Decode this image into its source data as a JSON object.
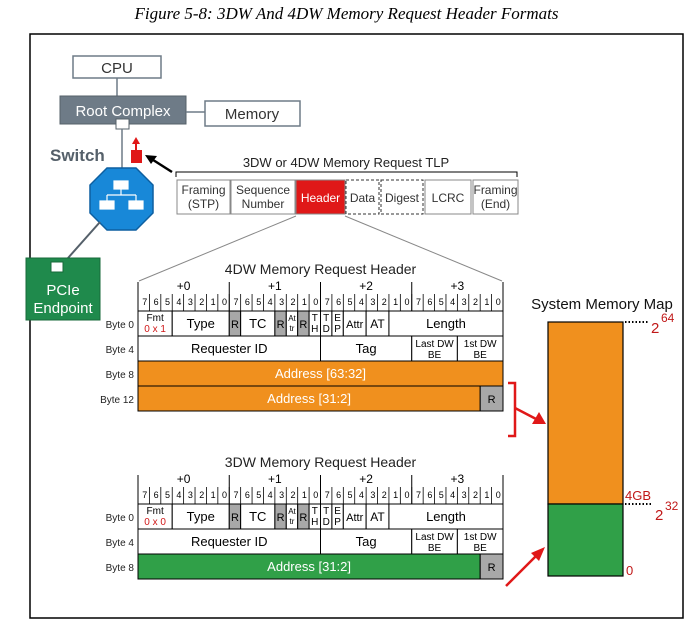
{
  "caption": "Figure 5-8: 3DW And 4DW Memory Request Header Formats",
  "top": {
    "cpu": "CPU",
    "root_complex": "Root Complex",
    "memory": "Memory",
    "switch": "Switch",
    "endpoint_line1": "PCIe",
    "endpoint_line2": "Endpoint"
  },
  "tlp": {
    "title": "3DW or 4DW Memory Request TLP",
    "fields": [
      {
        "line1": "Framing",
        "line2": "(STP)"
      },
      {
        "line1": "Sequence",
        "line2": "Number"
      },
      {
        "line1": "Header",
        "line2": ""
      },
      {
        "line1": "Data",
        "line2": ""
      },
      {
        "line1": "Digest",
        "line2": ""
      },
      {
        "line1": "LCRC",
        "line2": ""
      },
      {
        "line1": "Framing",
        "line2": "(End)"
      }
    ]
  },
  "byte_offsets": [
    "+0",
    "+1",
    "+2",
    "+3"
  ],
  "bits": [
    "7",
    "6",
    "5",
    "4",
    "3",
    "2",
    "1",
    "0"
  ],
  "hdr4": {
    "title": "4DW Memory Request Header",
    "rows": [
      "Byte 0",
      "Byte 4",
      "Byte 8",
      "Byte 12"
    ],
    "fmt": "Fmt",
    "fmt_value": "0 x 1",
    "type": "Type",
    "r": "R",
    "tc": "TC",
    "attr_split_1": "At",
    "attr_split_2": "tr",
    "th_1": "T",
    "th_2": "H",
    "td_1": "T",
    "td_2": "D",
    "ep_1": "E",
    "ep_2": "P",
    "attr": "Attr",
    "at": "AT",
    "length": "Length",
    "requester_id": "Requester ID",
    "tag": "Tag",
    "last_dw_be_1": "Last DW",
    "last_dw_be_2": "BE",
    "first_dw_be_1": "1st DW",
    "first_dw_be_2": "BE",
    "addr_hi": "Address [63:32]",
    "addr_lo": "Address [31:2]"
  },
  "hdr3": {
    "title": "3DW Memory Request Header",
    "rows": [
      "Byte 0",
      "Byte 4",
      "Byte 8"
    ],
    "fmt": "Fmt",
    "fmt_value": "0 x 0",
    "type": "Type",
    "r": "R",
    "tc": "TC",
    "attr_split_1": "At",
    "attr_split_2": "tr",
    "th_1": "T",
    "th_2": "H",
    "td_1": "T",
    "td_2": "D",
    "ep_1": "E",
    "ep_2": "P",
    "attr": "Attr",
    "at": "AT",
    "length": "Length",
    "requester_id": "Requester ID",
    "tag": "Tag",
    "last_dw_be_1": "Last DW",
    "last_dw_be_2": "BE",
    "first_dw_be_1": "1st DW",
    "first_dw_be_2": "BE",
    "addr_lo": "Address [31:2]"
  },
  "memory_map": {
    "title": "System Memory Map",
    "top_base": "2",
    "top_exp": "64",
    "mid_label": "4GB",
    "mid_base": "2",
    "mid_exp": "32",
    "bottom_label": "0"
  },
  "colors": {
    "orange": "#f0901e",
    "green": "#30a048",
    "red": "#e01818",
    "gray_box": "#6e7b87",
    "endpoint": "#1f8a4c",
    "switch": "#1888d8",
    "reserved": "#a8a8a8"
  }
}
